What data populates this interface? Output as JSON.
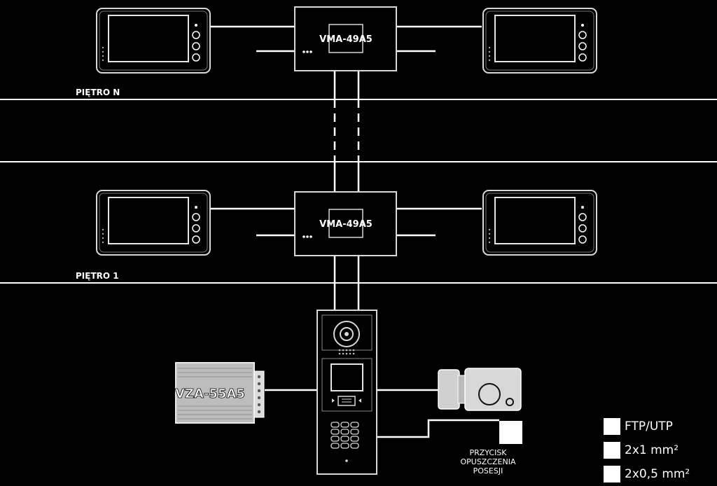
{
  "floors": [
    {
      "label": "PIĘTRO N",
      "module_label": "VMA-49A5"
    },
    {
      "label": "PIĘTRO 1",
      "module_label": "VMA-49A5"
    }
  ],
  "power_supply_label": "VZA-55A5",
  "exit_button_label": [
    "PRZYCISK",
    "OPUSZCZENIA",
    "POSESJI"
  ],
  "legend": [
    {
      "label": "FTP/UTP"
    },
    {
      "label": "2x1 mm²"
    },
    {
      "label": "2x0,5 mm²"
    }
  ],
  "colors": {
    "background": "#000000",
    "line": "#ffffff",
    "device_edge": "#cfcfcf"
  }
}
